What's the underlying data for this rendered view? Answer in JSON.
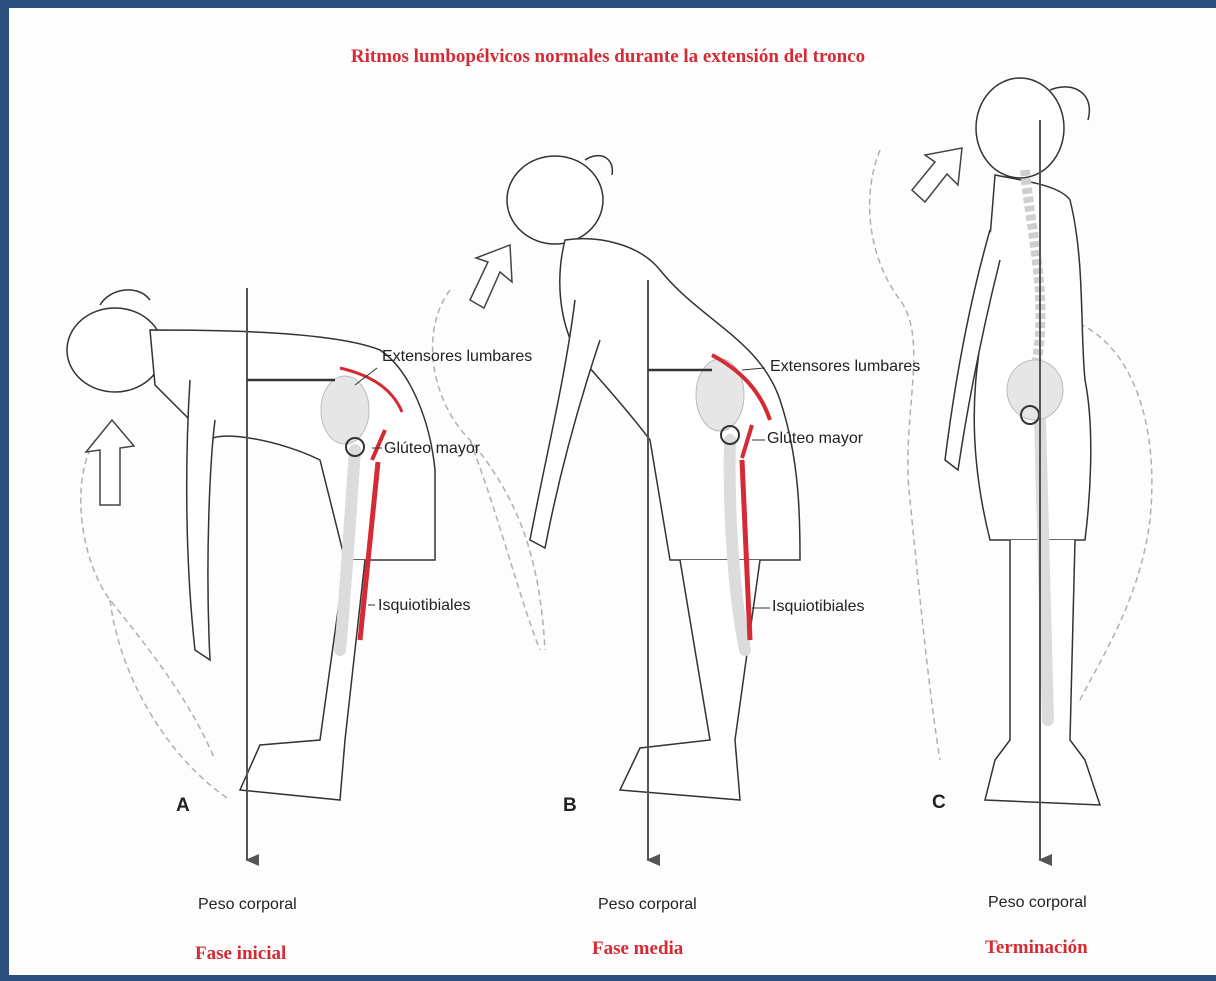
{
  "title": "Ritmos lumbopélvicos normales durante la extensión del tronco",
  "colors": {
    "frame": "#2b4f7e",
    "title": "#d42b35",
    "muscle": "#d42b35",
    "line": "#333333",
    "ghost": "#b0b0b0",
    "bone": "#dcdcdc"
  },
  "panels": [
    {
      "letter": "A",
      "phase": "Fase inicial",
      "weight_label": "Peso corporal",
      "labels": {
        "lumbar": "Extensores lumbares",
        "gluteus": "Glúteo mayor",
        "hamstrings": "Isquiotibiales"
      }
    },
    {
      "letter": "B",
      "phase": "Fase media",
      "weight_label": "Peso corporal",
      "labels": {
        "lumbar": "Extensores lumbares",
        "gluteus": "Glúteo mayor",
        "hamstrings": "Isquiotibiales"
      }
    },
    {
      "letter": "C",
      "phase": "Terminación",
      "weight_label": "Peso corporal"
    }
  ]
}
